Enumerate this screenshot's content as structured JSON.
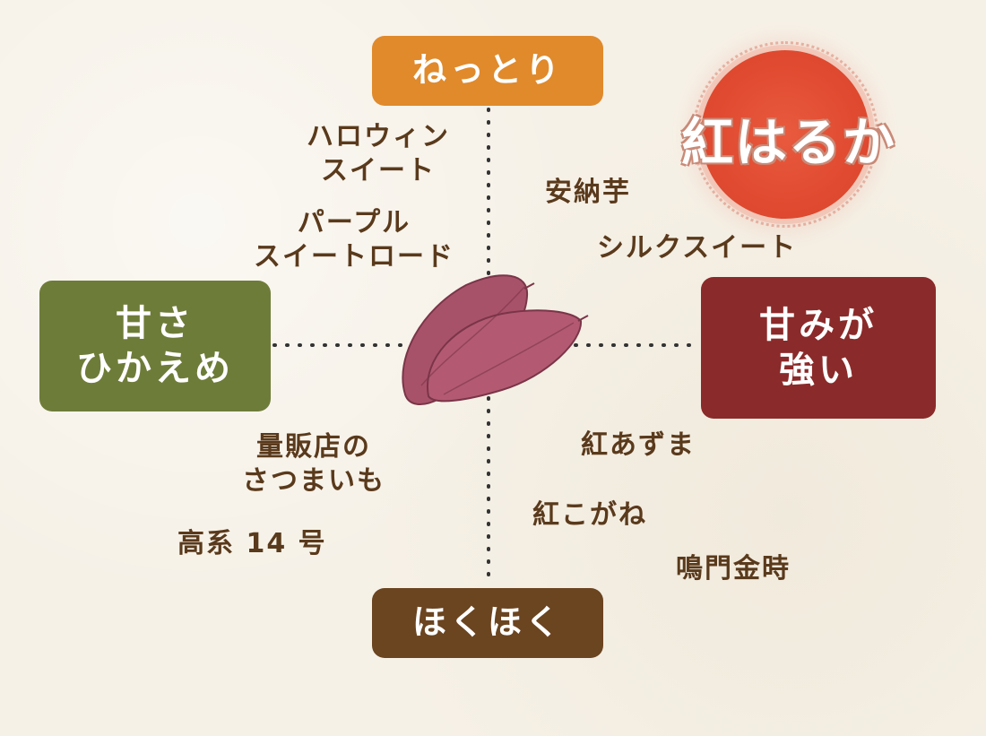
{
  "axes": {
    "top": "ねっとり",
    "bottom": "ほくほく",
    "left": [
      "甘さ",
      "ひかえめ"
    ],
    "right": [
      "甘みが",
      "強い"
    ]
  },
  "varieties": {
    "halloween": [
      "ハロウィン",
      "スイート"
    ],
    "purple": [
      "パープル",
      "スイートロード"
    ],
    "annou": "安納芋",
    "silk": "シルクスイート",
    "benih": "紅はるか",
    "mass": [
      "量販店の",
      "さつまいも"
    ],
    "kokei": "高系 14 号",
    "azuma": "紅あずま",
    "kogane": "紅こがね",
    "naruto": "鳴門金時"
  },
  "colors": {
    "top_box": "#e08a2c",
    "bottom_box": "#6b4420",
    "left_box": "#6e7c39",
    "right_box": "#8b2a2a",
    "highlight_circle": "#e04a30",
    "text": "#5a3a1c",
    "background": "#f6f1e7"
  },
  "icons": [
    "sweet-potato-illustration"
  ]
}
